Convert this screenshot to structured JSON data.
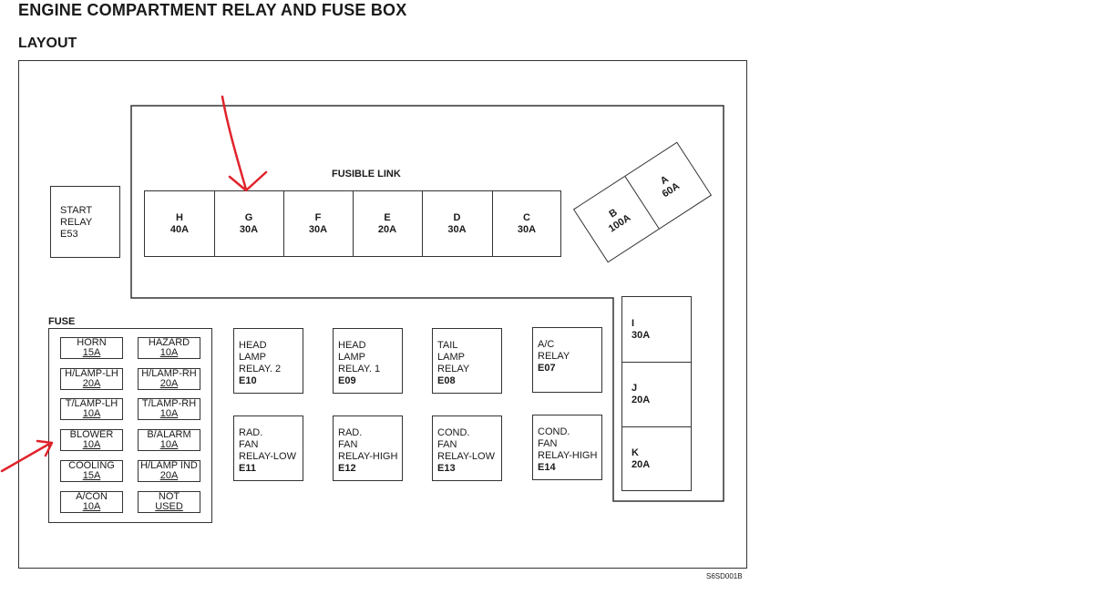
{
  "title": "ENGINE COMPARTMENT RELAY AND FUSE BOX",
  "subtitle": "LAYOUT",
  "start_relay": {
    "lines": [
      "START",
      "RELAY",
      "E53"
    ]
  },
  "fusible_link": {
    "heading": "FUSIBLE LINK",
    "cells": [
      {
        "id": "H",
        "amp": "40A"
      },
      {
        "id": "G",
        "amp": "30A"
      },
      {
        "id": "F",
        "amp": "30A"
      },
      {
        "id": "E",
        "amp": "20A"
      },
      {
        "id": "D",
        "amp": "30A"
      },
      {
        "id": "C",
        "amp": "30A"
      }
    ],
    "angled": [
      {
        "id": "B",
        "amp": "100A"
      },
      {
        "id": "A",
        "amp": "60A"
      }
    ]
  },
  "fuse": {
    "heading": "FUSE",
    "items": [
      {
        "name": "HORN",
        "amp": "15A"
      },
      {
        "name": "HAZARD",
        "amp": "10A"
      },
      {
        "name": "H/LAMP-LH",
        "amp": "20A"
      },
      {
        "name": "H/LAMP-RH",
        "amp": "20A"
      },
      {
        "name": "T/LAMP-LH",
        "amp": "10A"
      },
      {
        "name": "T/LAMP-RH",
        "amp": "10A"
      },
      {
        "name": "BLOWER",
        "amp": "10A"
      },
      {
        "name": "B/ALARM",
        "amp": "10A"
      },
      {
        "name": "COOLING",
        "amp": "15A"
      },
      {
        "name": "H/LAMP IND",
        "amp": "20A"
      },
      {
        "name": "A/CON",
        "amp": "10A"
      },
      {
        "name": "NOT",
        "amp": "USED"
      }
    ]
  },
  "relays": [
    {
      "lines": [
        "HEAD",
        "LAMP",
        "RELAY. 2"
      ],
      "code": "E10"
    },
    {
      "lines": [
        "HEAD",
        "LAMP",
        "RELAY. 1"
      ],
      "code": "E09"
    },
    {
      "lines": [
        "TAIL",
        "LAMP",
        "RELAY"
      ],
      "code": "E08"
    },
    {
      "lines": [
        "A/C",
        "RELAY",
        ""
      ],
      "code": "E07"
    },
    {
      "lines": [
        "RAD.",
        "FAN",
        "RELAY-LOW"
      ],
      "code": "E11"
    },
    {
      "lines": [
        "RAD.",
        "FAN",
        "RELAY-HIGH"
      ],
      "code": "E12"
    },
    {
      "lines": [
        "COND.",
        "FAN",
        "RELAY-LOW"
      ],
      "code": "E13"
    },
    {
      "lines": [
        "COND.",
        "FAN",
        "RELAY-HIGH"
      ],
      "code": "E14"
    }
  ],
  "side_fuses": [
    {
      "id": "I",
      "amp": "30A"
    },
    {
      "id": "J",
      "amp": "20A"
    },
    {
      "id": "K",
      "amp": "20A"
    }
  ],
  "figure_code": "S6SD001B",
  "colors": {
    "annotation_arrow": "#e0232b",
    "line": "#333333"
  }
}
